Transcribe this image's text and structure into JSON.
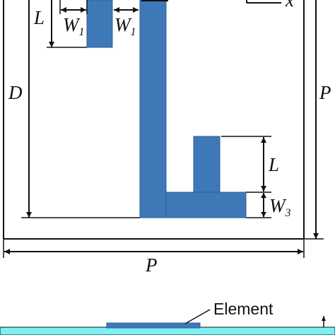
{
  "colors": {
    "patch": "#3f78b6",
    "patch_edge": "#2e5f97",
    "substrate": "#7df0f4",
    "element": "#3f78b6",
    "line": "#111111"
  },
  "labels": {
    "L_top": {
      "main": "L",
      "sub": ""
    },
    "W1_left": {
      "main": "W",
      "sub": "1"
    },
    "W1_right": {
      "main": "W",
      "sub": "1"
    },
    "D": {
      "main": "D",
      "sub": ""
    },
    "P_right": {
      "main": "P",
      "sub": ""
    },
    "L_right": {
      "main": "L",
      "sub": ""
    },
    "W3": {
      "main": "W",
      "sub": "3"
    },
    "P_bottom": {
      "main": "P",
      "sub": ""
    },
    "x_axis": {
      "main": "x",
      "sub": ""
    },
    "element": "Element"
  }
}
